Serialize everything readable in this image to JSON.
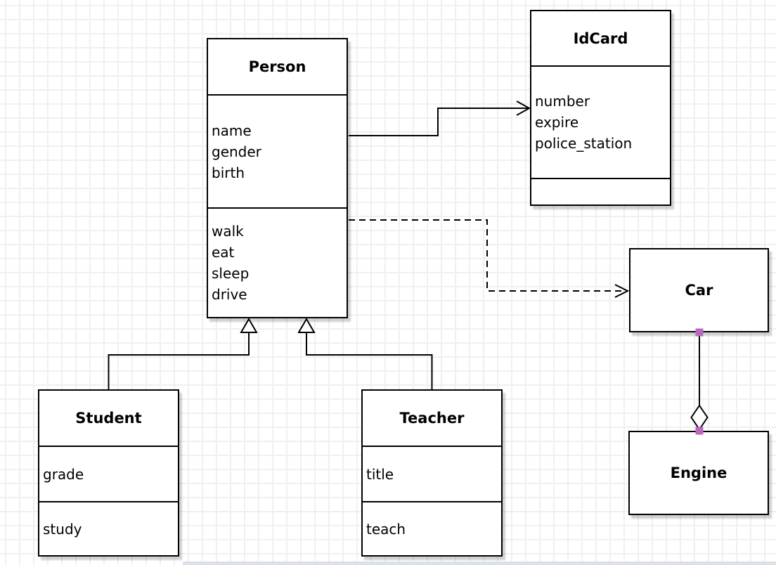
{
  "diagram": {
    "type": "uml-class-diagram",
    "classes": [
      {
        "name": "Person",
        "attributes": [
          "name",
          "gender",
          "birth"
        ],
        "methods": [
          "walk",
          "eat",
          "sleep",
          "drive"
        ]
      },
      {
        "name": "IdCard",
        "attributes": [
          "number",
          "expire",
          "police_station"
        ],
        "methods": []
      },
      {
        "name": "Car",
        "attributes": [],
        "methods": []
      },
      {
        "name": "Engine",
        "attributes": [],
        "methods": []
      },
      {
        "name": "Student",
        "attributes": [
          "grade"
        ],
        "methods": [
          "study"
        ]
      },
      {
        "name": "Teacher",
        "attributes": [
          "title"
        ],
        "methods": [
          "teach"
        ]
      }
    ],
    "relationships": [
      {
        "from": "Person",
        "to": "IdCard",
        "type": "association",
        "line": "solid",
        "marker": "open-arrow"
      },
      {
        "from": "Person",
        "to": "Car",
        "type": "dependency",
        "line": "dashed",
        "marker": "open-arrow"
      },
      {
        "from": "Student",
        "to": "Person",
        "type": "generalization",
        "line": "solid",
        "marker": "hollow-triangle"
      },
      {
        "from": "Teacher",
        "to": "Person",
        "type": "generalization",
        "line": "solid",
        "marker": "hollow-triangle"
      },
      {
        "from": "Car",
        "to": "Engine",
        "type": "aggregation",
        "line": "solid",
        "marker": "hollow-diamond"
      }
    ],
    "colors": {
      "line": "#000000",
      "box_fill": "#ffffff",
      "endpoint_marker": "#b869be",
      "grid_line": "#f0f0f3",
      "shadow": "#cfcfcf",
      "page_edge_strip": "#dbe0e9"
    }
  }
}
